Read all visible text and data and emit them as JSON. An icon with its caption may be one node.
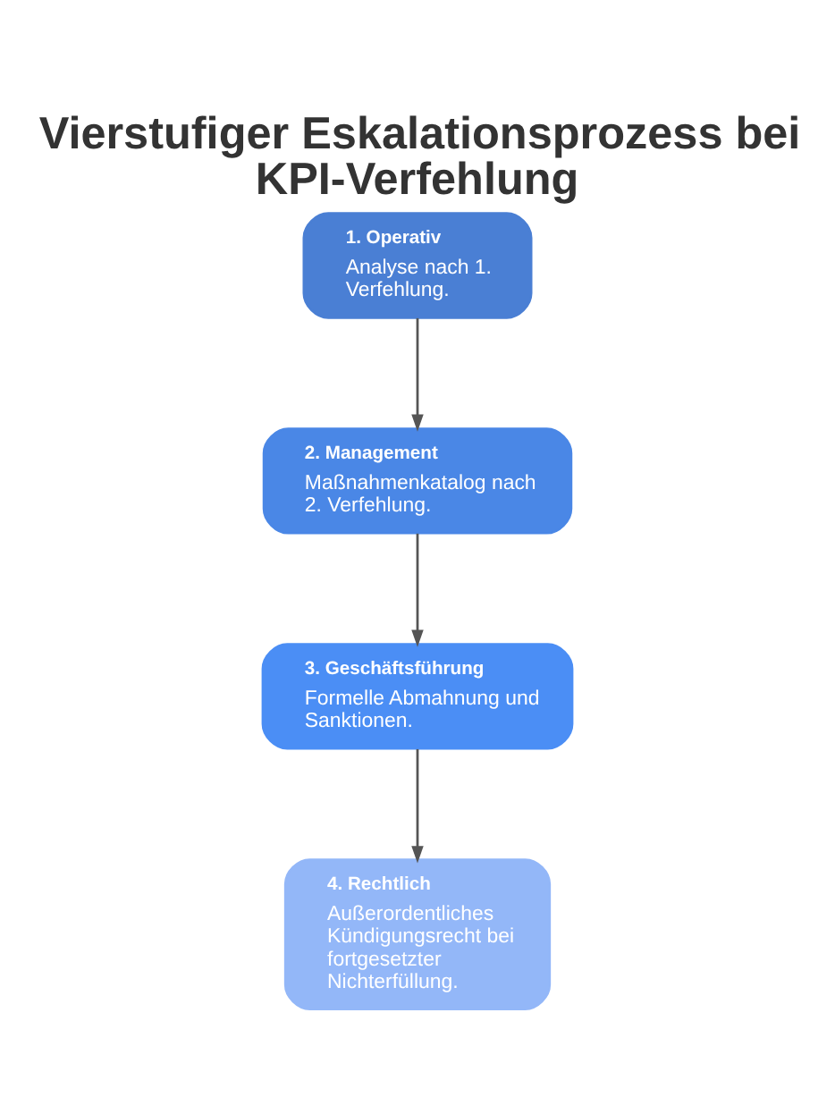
{
  "diagram": {
    "title": "Vierstufiger Eskalationsprozess bei KPI-Verfehlung",
    "nodes": [
      {
        "text": [
          "1. Operativ",
          "Analyse nach 1. Verfehlung."
        ]
      },
      {
        "text": [
          "2. Management",
          "Maßnahmenkatalog nach 2. Verfehlung."
        ]
      },
      {
        "text": [
          "3. Geschäftsführung",
          "Formelle Abmahnung und Sanktionen."
        ]
      },
      {
        "text": [
          "4. Rechtlich",
          "Außerordentliches Kündigungsrecht bei fortgesetzter Nichterfüllung."
        ]
      }
    ],
    "edges": [
      {
        "from": 0,
        "to": 1,
        "arrow": "to"
      },
      {
        "from": 1,
        "to": 2,
        "arrow": "to"
      },
      {
        "from": 2,
        "to": 3,
        "arrow": "to"
      }
    ]
  }
}
